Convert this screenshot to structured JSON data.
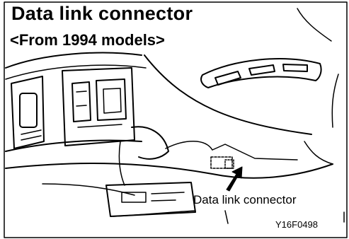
{
  "diagram": {
    "title": "Data link connector",
    "subtitle": "<From 1994 models>",
    "callout_label": "Data link connector",
    "figure_id": "Y16F0498",
    "line_color": "#000000",
    "background": "#ffffff",
    "icons": [
      "dashboard-illustration",
      "connector-arrow-icon"
    ]
  }
}
